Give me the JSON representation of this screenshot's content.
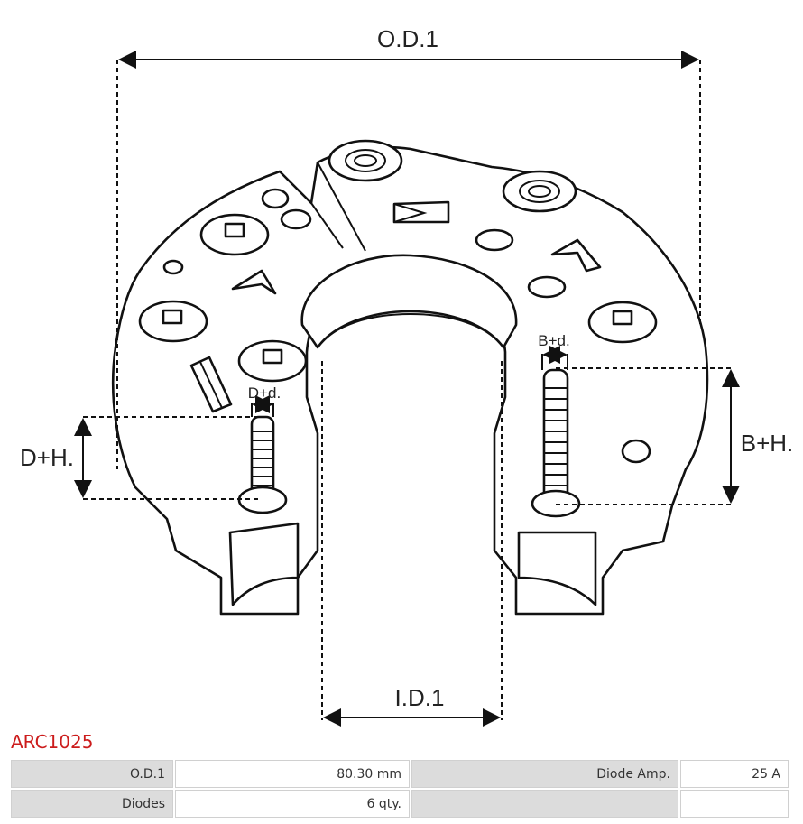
{
  "diagram": {
    "labels": {
      "od": "O.D.1",
      "id": "I.D.1",
      "dh": "D+H.",
      "bh": "B+H.",
      "dd": "D+d.",
      "bd": "B+d."
    }
  },
  "product": {
    "code": "ARC1025",
    "code_color": "#cc1c1c"
  },
  "specs": {
    "rows": [
      {
        "label1": "O.D.1",
        "value1": "80.30 mm",
        "label2": "Diode Amp.",
        "value2": "25 A"
      },
      {
        "label1": "Diodes",
        "value1": "6 qty.",
        "label2": "",
        "value2": ""
      }
    ]
  }
}
